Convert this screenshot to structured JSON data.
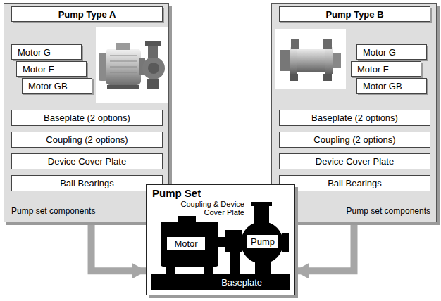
{
  "diagram": {
    "nodes": [
      {
        "text": [
          "Pump set components"
        ]
      },
      {
        "text": [
          "Pump Type A"
        ],
        "in": 0
      },
      {
        "text": [
          "Motor G"
        ],
        "in": 0
      },
      {
        "text": [
          "Motor F"
        ],
        "in": 0
      },
      {
        "text": [
          "Motor GB"
        ],
        "in": 0
      },
      {
        "text": [
          "Baseplate (2 options)"
        ],
        "in": 0
      },
      {
        "text": [
          "Coupling  (2 options)"
        ],
        "in": 0
      },
      {
        "text": [
          "Device Cover Plate"
        ],
        "in": 0
      },
      {
        "text": [
          "Ball Bearings"
        ],
        "in": 0
      },
      {
        "text": [
          "Pump set components"
        ]
      },
      {
        "text": [
          "Pump Type B"
        ],
        "in": 9
      },
      {
        "text": [
          "Motor G"
        ],
        "in": 9
      },
      {
        "text": [
          "Motor F"
        ],
        "in": 9
      },
      {
        "text": [
          "Motor GB"
        ],
        "in": 9
      },
      {
        "text": [
          "Baseplate (2 options)"
        ],
        "in": 9
      },
      {
        "text": [
          "Coupling  (2 options)"
        ],
        "in": 9
      },
      {
        "text": [
          "Device Cover Plate"
        ],
        "in": 9
      },
      {
        "text": [
          "Ball Bearings"
        ],
        "in": 9
      },
      {
        "text": [
          "Pump Set"
        ]
      },
      {
        "text": [
          "Motor"
        ],
        "in": 18
      },
      {
        "text": [
          "Pump"
        ],
        "in": 18
      },
      {
        "text": [
          "Baseplate"
        ],
        "in": 18
      }
    ],
    "edges": [
      {
        "from": 0,
        "to": 18,
        "arrow": "to"
      },
      {
        "from": 9,
        "to": 18,
        "arrow": "to"
      }
    ],
    "labels": [
      "Coupling & Device Cover Plate"
    ]
  }
}
